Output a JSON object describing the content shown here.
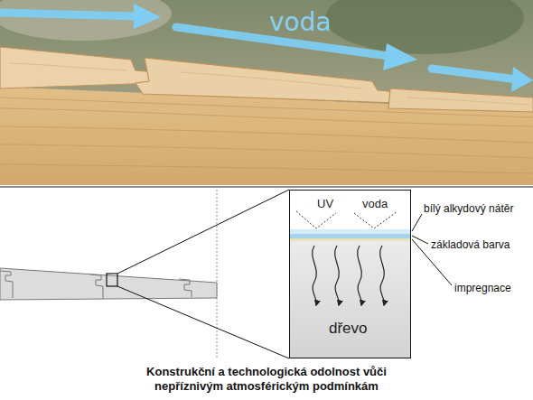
{
  "diagram": {
    "caption": "Konstrukční a technologická odolnost vůči nepříznivým atmosférickým podmínkám",
    "nodes": [
      {
        "text": [
          "UV",
          "voda",
          "dřevo"
        ]
      }
    ],
    "labels": [
      "voda",
      "bílý alkydový nátěr",
      "základová barva",
      "impregnace"
    ]
  }
}
